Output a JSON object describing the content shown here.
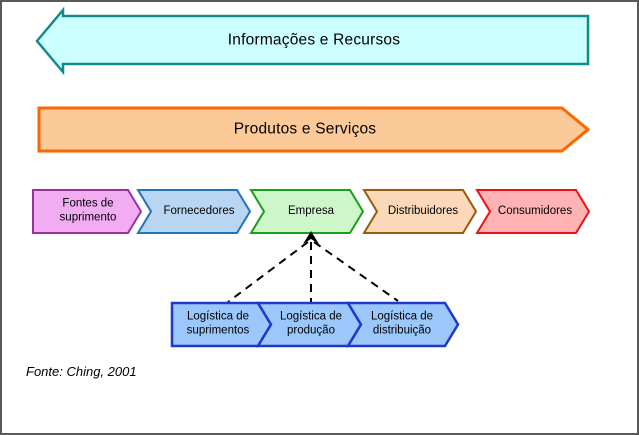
{
  "diagram": {
    "top_arrow": {
      "label": "Informações e Recursos"
    },
    "products_arrow": {
      "label": "Produtos e Serviços"
    },
    "chain": [
      {
        "label": "Fontes de suprimento"
      },
      {
        "label": "Fornecedores"
      },
      {
        "label": "Empresa"
      },
      {
        "label": "Distribuidores"
      },
      {
        "label": "Consumidores"
      }
    ],
    "logistics": [
      {
        "label": "Logística de suprimentos"
      },
      {
        "label": "Logística de produção"
      },
      {
        "label": "Logística de distribuição"
      }
    ],
    "source": "Fonte: Ching, 2001"
  },
  "colors": {
    "frame": "#595959",
    "info_arrow_fill": "#CCFFFF",
    "info_arrow_stroke": "#128A8A",
    "products_arrow_fill": "#FBCA98",
    "products_arrow_stroke": "#FF6600",
    "supply_sources_fill": "#F2ACF2",
    "supply_sources_stroke": "#993399",
    "suppliers_fill": "#B8D6F2",
    "suppliers_stroke": "#2273BC",
    "company_fill": "#CDF6CA",
    "company_stroke": "#1B9E1B",
    "distributors_fill": "#FAD8B9",
    "distributors_stroke": "#9A5A0D",
    "consumers_fill": "#FFB3B5",
    "consumers_stroke": "#EF1010",
    "logistics_fill": "#9BC7FA",
    "logistics_stroke": "#2038CC",
    "connector": "#000000",
    "text": "#000000"
  }
}
